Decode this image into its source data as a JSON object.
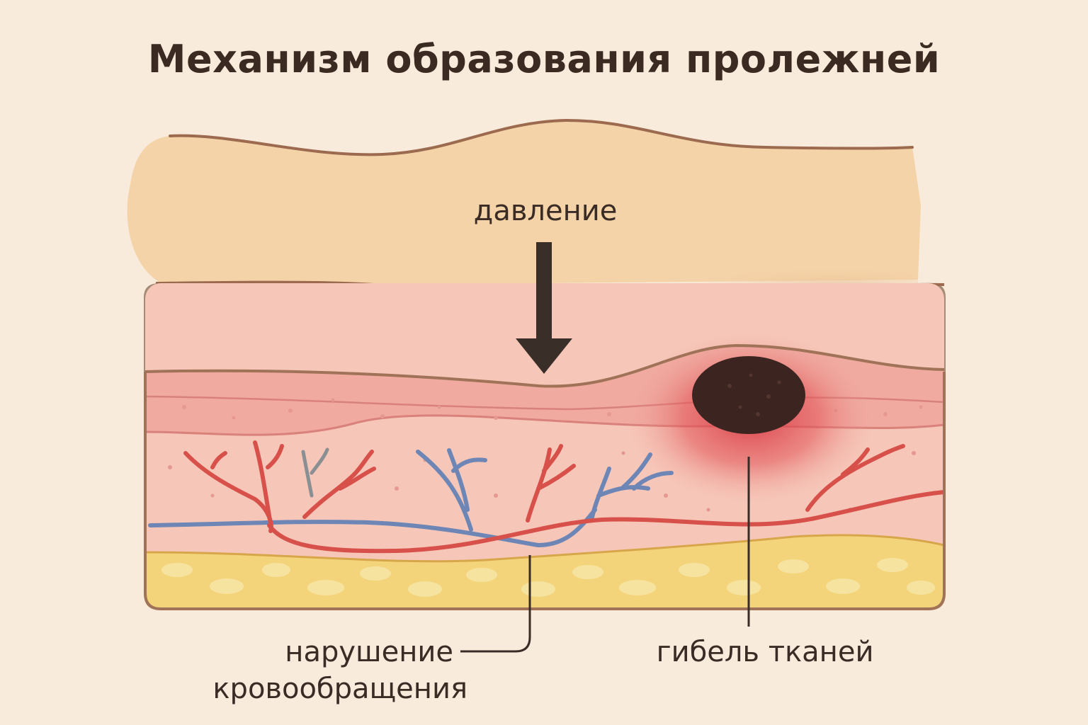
{
  "title": "Механизм образования пролежней",
  "labels": {
    "pressure": "давление",
    "circulation_line1": "нарушение",
    "circulation_line2": "кровообращения",
    "tissue_death": "гибель тканей"
  },
  "colors": {
    "background": "#f8ebdb",
    "body": "#f5d3a8",
    "outline": "#9c6a4e",
    "mattress": "#f7ebd4",
    "skin": "#f0aaa0",
    "dermis": "#f6c6b8",
    "fat": "#f3d47a",
    "artery": "#d8504a",
    "vein": "#6d86b5",
    "necrosis": "#3c2520",
    "arrow": "#3a2e29"
  }
}
